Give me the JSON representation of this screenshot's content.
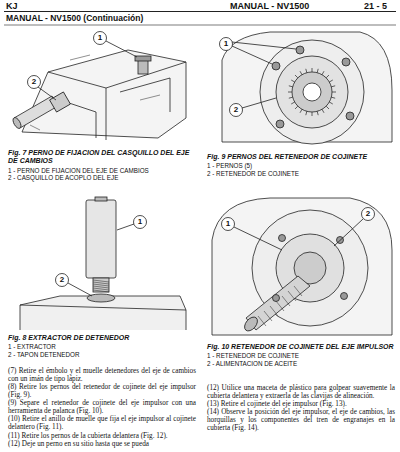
{
  "diagram": {
    "title": "MANUAL - NV1500 (Continuación)",
    "labels": [
      "KJ",
      "MANUAL - NV1500",
      "21 - 5",
      "1",
      "2",
      "Fig. 7 PERNO DE FIJACION DEL CASQUILLO DEL EJE DE CAMBIOS",
      "1 - PERNO DE FIJACION DEL EJE DE CAMBIOS",
      "2 - CASQUILLO DE ACOPLO DEL EJE",
      "1",
      "2",
      "Fig. 9 PERNOS DEL RETENEDOR DE COJINETE",
      "1 - PERNOS (5)",
      "2 - RETENEDOR DE COJINETE",
      "1",
      "2",
      "Fig. 8 EXTRACTOR DE DETENEDOR",
      "1 - EXTRACTOR",
      "2 - TAPON DETENEDOR",
      "1",
      "2",
      "Fig. 10 RETENEDOR DE COJINETE DEL EJE IMPULSOR",
      "1 - RETENEDOR DE COJINETE",
      "2 - ALIMENTACION DE ACEITE",
      "(7) Retire el émbolo y el muelle detenedores del eje de cambios con un imán de tipo lápiz.",
      "(8) Retire los pernos del retenedor de cojinete del eje impulsor (Fig. 9).",
      "(9) Separe el retenedor de cojinete del eje impulsor con una herramienta de palanca (Fig. 10).",
      "(10) Retire el anillo de muelle que fija el eje impulsor al cojinete delantero (Fig. 11).",
      "(11) Retire los pernos de la cubierta delantera (Fig. 12).",
      "(12) Deje un perno en su sitio hasta que se pueda",
      "(12) Utilice una maceta de plástico para golpear suavemente la cubierta delantera y extraerla de las clavijas de alineación.",
      "(13) Retire el cojinete del eje impulsor (Fig. 13).",
      "(14) Observe la posición del eje impulsor, el eje de cambios, las horquillas y los componentes del tren de engranajes en la cubierta (Fig. 14)."
    ]
  }
}
